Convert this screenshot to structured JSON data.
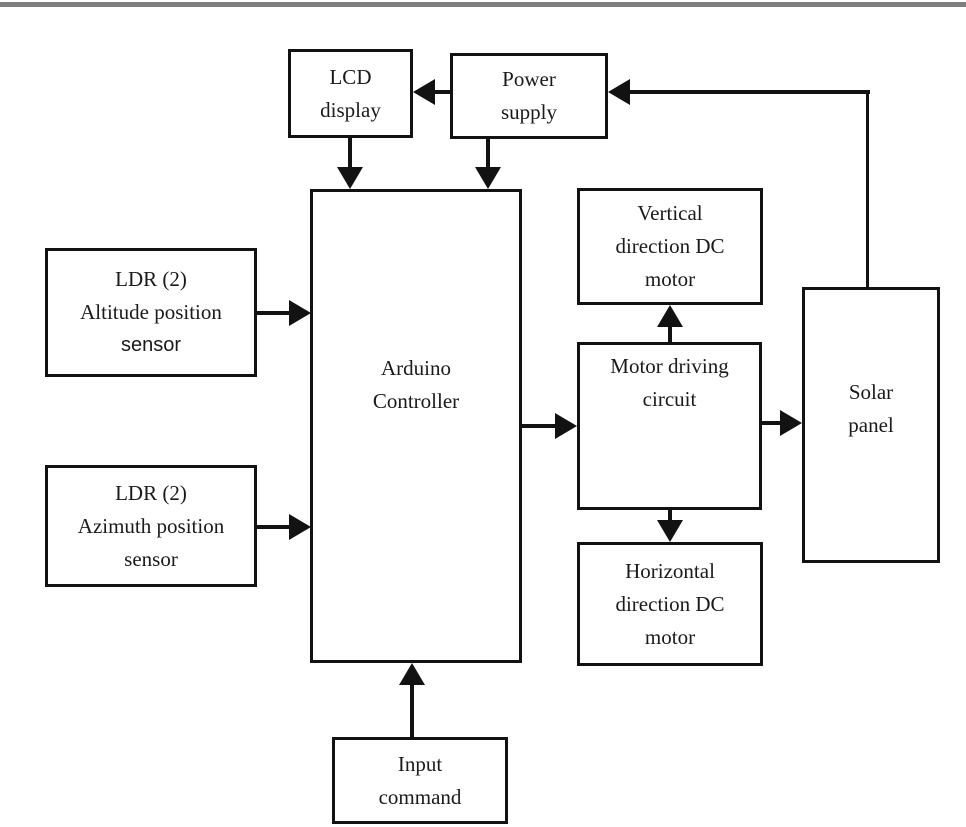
{
  "page": {
    "background": "#ffffff",
    "top_rule_color": "#7f7f7f",
    "line_color": "#121212",
    "text_color": "#1a1a1a"
  },
  "diagram": {
    "type": "block-diagram",
    "subject": "Arduino-based solar tracking system",
    "nodes": {
      "lcd_display": {
        "label": "LCD\ndisplay"
      },
      "power_supply": {
        "label": "Power\nsupply"
      },
      "arduino": {
        "label": "Arduino\nController"
      },
      "ldr_altitude": {
        "label_top": "LDR (2)\nAltitude position",
        "label_sensor": "sensor"
      },
      "ldr_azimuth": {
        "label": "LDR (2)\nAzimuth position\nsensor"
      },
      "vertical_motor": {
        "label": "Vertical\ndirection DC\nmotor"
      },
      "motor_driving": {
        "label": "Motor driving\ncircuit"
      },
      "horizontal_motor": {
        "label": "Horizontal\ndirection DC\nmotor"
      },
      "solar_panel": {
        "label": "Solar\npanel"
      },
      "input_command": {
        "label": "Input\ncommand"
      }
    },
    "connections": [
      {
        "from": "power_supply",
        "to": "lcd_display",
        "direction": "left"
      },
      {
        "from": "lcd_display",
        "to": "arduino",
        "direction": "down"
      },
      {
        "from": "power_supply",
        "to": "arduino",
        "direction": "down"
      },
      {
        "from": "solar_panel",
        "to": "power_supply",
        "direction": "up-then-left"
      },
      {
        "from": "ldr_altitude",
        "to": "arduino",
        "direction": "right"
      },
      {
        "from": "ldr_azimuth",
        "to": "arduino",
        "direction": "right"
      },
      {
        "from": "arduino",
        "to": "motor_driving",
        "direction": "right"
      },
      {
        "from": "motor_driving",
        "to": "vertical_motor",
        "direction": "up"
      },
      {
        "from": "motor_driving",
        "to": "horizontal_motor",
        "direction": "down"
      },
      {
        "from": "motor_driving",
        "to": "solar_panel",
        "direction": "right"
      },
      {
        "from": "input_command",
        "to": "arduino",
        "direction": "up"
      }
    ]
  }
}
